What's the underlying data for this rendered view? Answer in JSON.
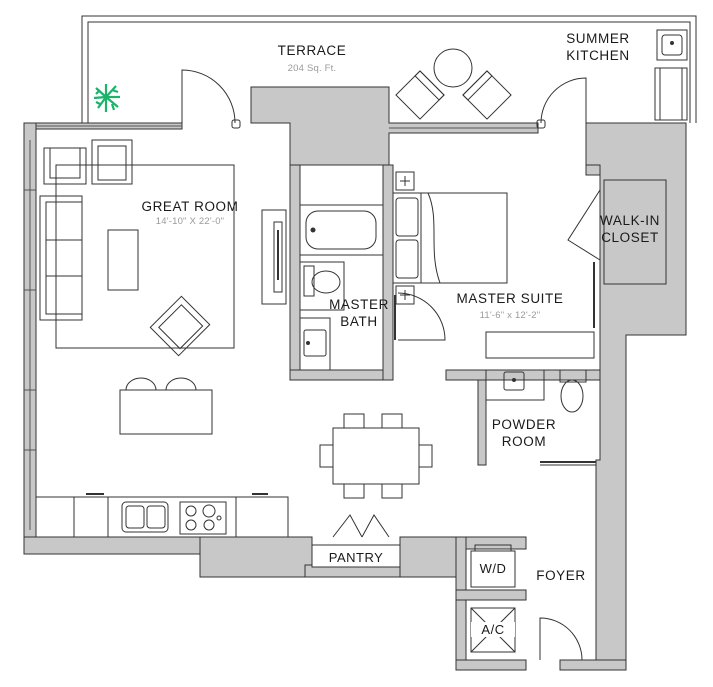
{
  "rooms": {
    "terrace": {
      "name": "TERRACE",
      "area": "204 Sq. Ft."
    },
    "summer_kitchen": {
      "line1": "SUMMER",
      "line2": "KITCHEN"
    },
    "great_room": {
      "name": "GREAT ROOM",
      "dims": "14'-10\" X 22'-0\""
    },
    "master_suite": {
      "name": "MASTER SUITE",
      "dims": "11'-6\" x 12'-2\""
    },
    "master_bath": {
      "line1": "MASTER",
      "line2": "BATH"
    },
    "walk_in_closet": {
      "line1": "WALK-IN",
      "line2": "CLOSET"
    },
    "powder_room": {
      "line1": "POWDER",
      "line2": "ROOM"
    },
    "pantry": {
      "name": "PANTRY"
    },
    "foyer": {
      "name": "FOYER"
    },
    "wd": {
      "name": "W/D"
    },
    "ac": {
      "name": "A/C"
    }
  },
  "colors": {
    "wall": "#c8c8c8",
    "line": "#333333",
    "plant": "#1bb36a",
    "dim_text": "#9a9a9a"
  }
}
